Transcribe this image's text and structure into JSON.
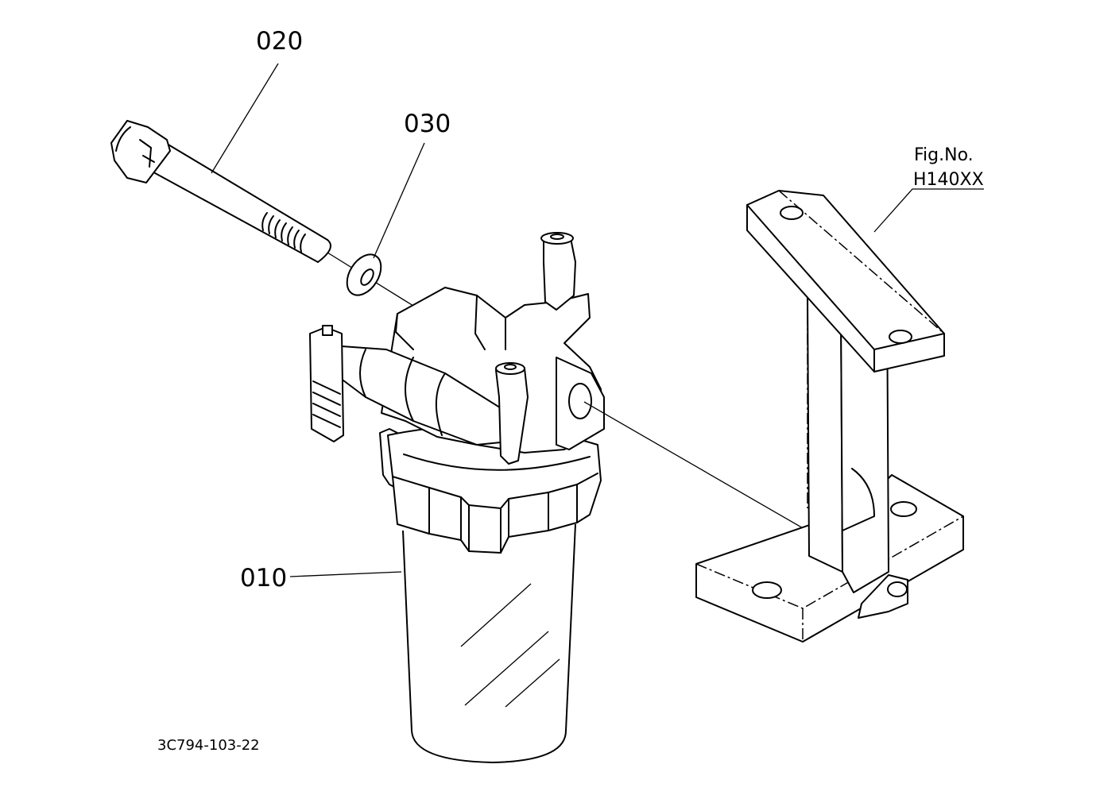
{
  "callouts": [
    {
      "id": "020",
      "label": "020"
    },
    {
      "id": "030",
      "label": "030"
    },
    {
      "id": "010",
      "label": "010"
    }
  ],
  "figure_ref": {
    "line1": "Fig.No.",
    "line2": "H140XX"
  },
  "drawing_code": "3C794-103-22"
}
